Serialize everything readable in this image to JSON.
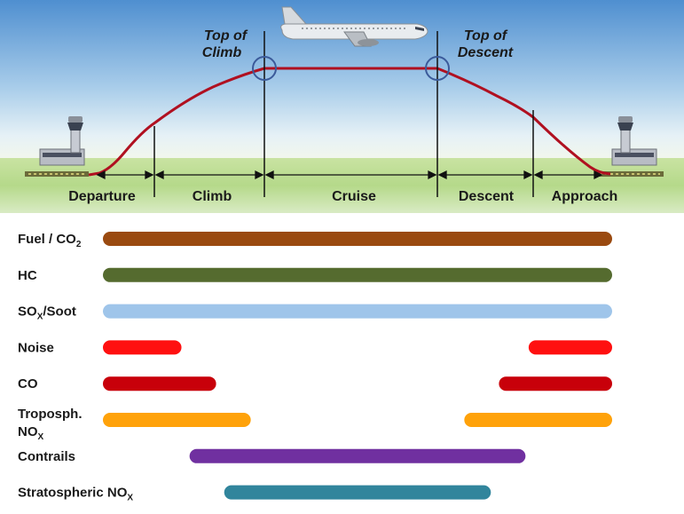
{
  "markers": [
    {
      "id": "top-of-climb",
      "lines": [
        "Top of",
        "Climb"
      ]
    },
    {
      "id": "top-of-descent",
      "lines": [
        "Top of",
        "Descent"
      ]
    }
  ],
  "phases": [
    "Departure",
    "Climb",
    "Cruise",
    "Descent",
    "Approach"
  ],
  "emissions": [
    {
      "id": "fuel-co2",
      "label": "Fuel / CO",
      "sub": "2",
      "line2": "",
      "line2_sub": "",
      "color": "#9a4a10",
      "segments": [
        [
          0,
          1
        ]
      ]
    },
    {
      "id": "hc",
      "label": "HC",
      "sub": "",
      "line2": "",
      "line2_sub": "",
      "color": "#556b2f",
      "segments": [
        [
          0,
          1
        ]
      ]
    },
    {
      "id": "sox-soot",
      "label": "SO",
      "sub": "X",
      "label_suffix": "/Soot",
      "line2": "",
      "line2_sub": "",
      "color": "#9fc5ea",
      "segments": [
        [
          0,
          1
        ]
      ]
    },
    {
      "id": "noise",
      "label": "Noise",
      "sub": "",
      "line2": "",
      "line2_sub": "",
      "color": "#ff1010",
      "segments": [
        [
          0,
          0.13
        ],
        [
          0.86,
          1
        ]
      ]
    },
    {
      "id": "co",
      "label": "CO",
      "sub": "",
      "line2": "",
      "line2_sub": "",
      "color": "#c8000a",
      "segments": [
        [
          0,
          0.2
        ],
        [
          0.8,
          1
        ]
      ]
    },
    {
      "id": "troposph-nox",
      "label": "Troposph.",
      "sub": "",
      "line2": "NO",
      "line2_sub": "X",
      "color": "#ffa20a",
      "segments": [
        [
          0,
          0.27
        ],
        [
          0.73,
          1
        ]
      ]
    },
    {
      "id": "contrails",
      "label": "Contrails",
      "sub": "",
      "line2": "",
      "line2_sub": "",
      "color": "#7030a0",
      "segments": [
        [
          0.175,
          0.825
        ]
      ]
    },
    {
      "id": "stratospheric-nox",
      "label": "Stratospheric NO",
      "sub": "X",
      "line2": "",
      "line2_sub": "",
      "color": "#31859c",
      "segments": [
        [
          0.245,
          0.755
        ]
      ]
    }
  ],
  "colors": {
    "sky_top": "#5b9bd5",
    "sky_bottom": "#eaf2f8",
    "ground": "#9cc96b",
    "flight_path": "#b01020",
    "marker_circle": "#3b5a9a"
  }
}
